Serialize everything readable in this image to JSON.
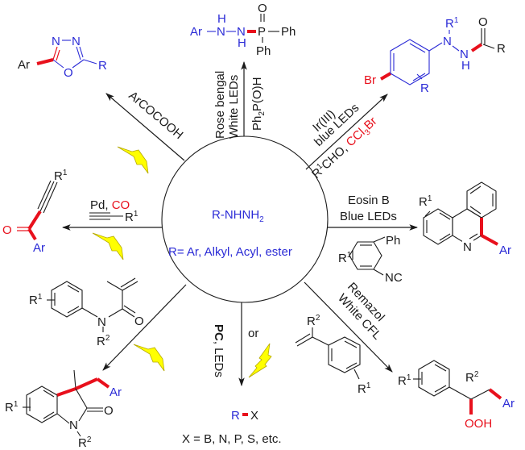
{
  "center": {
    "reagent": "R-NHNH",
    "reagent_sub": "2",
    "definition": "R= Ar, Alkyl, Acyl, ester"
  },
  "colors": {
    "substituent_blue": "#2b2bd6",
    "new_bond_red": "#e8101c",
    "light_yellow": "#ffff00",
    "text_black": "#1a1a1a"
  },
  "reactions": {
    "oxadiazole": {
      "conditions": [
        "ArCOCOOH"
      ],
      "light": true,
      "product": {
        "Ar": "Ar",
        "R": "R",
        "N1": "N",
        "N2": "N",
        "O": "O"
      }
    },
    "phosphorylation": {
      "conditions": [
        "Rose bengal",
        "White LEDs"
      ],
      "reagent": "Ph",
      "reagent_sub": "2",
      "reagent_tail": "P(O)H",
      "product": {
        "Ar": "Ar",
        "NH1": "N",
        "H1": "H",
        "NH2": "N",
        "H2": "H",
        "P": "P",
        "O": "O",
        "Ph1": "Ph",
        "Ph2": "Ph"
      }
    },
    "bromination": {
      "conditions": [
        "Ir(III)",
        "blue LEDs"
      ],
      "reagent_a": "R",
      "reagent_a_sup": "1",
      "reagent_a_tail": "CHO, ",
      "reagent_b": "CCl",
      "reagent_b_sub": "3",
      "reagent_b_tail": "Br",
      "product": {
        "Br": "Br",
        "R": "R",
        "R1": "R",
        "R1_sup": "1",
        "N1": "N",
        "N2": "N",
        "H": "H",
        "O": "O",
        "Racyl": "R"
      }
    },
    "phenanthridine": {
      "conditions": [
        "Eosin B",
        "Blue LEDs"
      ],
      "substrate": {
        "R1": "R",
        "R1_sup": "1",
        "Ph": "Ph",
        "NC": "NC"
      },
      "product": {
        "R1": "R",
        "R1_sup": "1",
        "N": "N",
        "Ar": "Ar"
      }
    },
    "hydroperoxide": {
      "conditions": [
        "Remazol",
        "White CFL"
      ],
      "substrate": {
        "R2": "R",
        "R2_sup": "2",
        "R1": "R",
        "R1_sup": "1"
      },
      "product": {
        "R1": "R",
        "R1_sup": "1",
        "R2": "R",
        "R2_sup": "2",
        "Ar": "Ar",
        "OOH": "OOH"
      }
    },
    "heteroatom": {
      "conditions_bold": "PC",
      "conditions_rest": ", LEDs",
      "alt": "or",
      "product_R": "R",
      "product_X": "X",
      "note": "X = B, N, P, S, etc."
    },
    "oxindole": {
      "light": true,
      "substrate": {
        "R1": "R",
        "R1_sup": "1",
        "N": "N",
        "O": "O",
        "R2": "R",
        "R2_sup": "2"
      },
      "product": {
        "R1": "R",
        "R1_sup": "1",
        "N": "N",
        "O": "O",
        "R2": "R",
        "R2_sup": "2",
        "Ar": "Ar"
      }
    },
    "ynone": {
      "conditions_a": "Pd, ",
      "conditions_b": "CO",
      "alkyne_R": "R",
      "alkyne_R_sup": "1",
      "light": true,
      "product": {
        "R1": "R",
        "R1_sup": "1",
        "O": "O",
        "Ar": "Ar"
      }
    }
  }
}
